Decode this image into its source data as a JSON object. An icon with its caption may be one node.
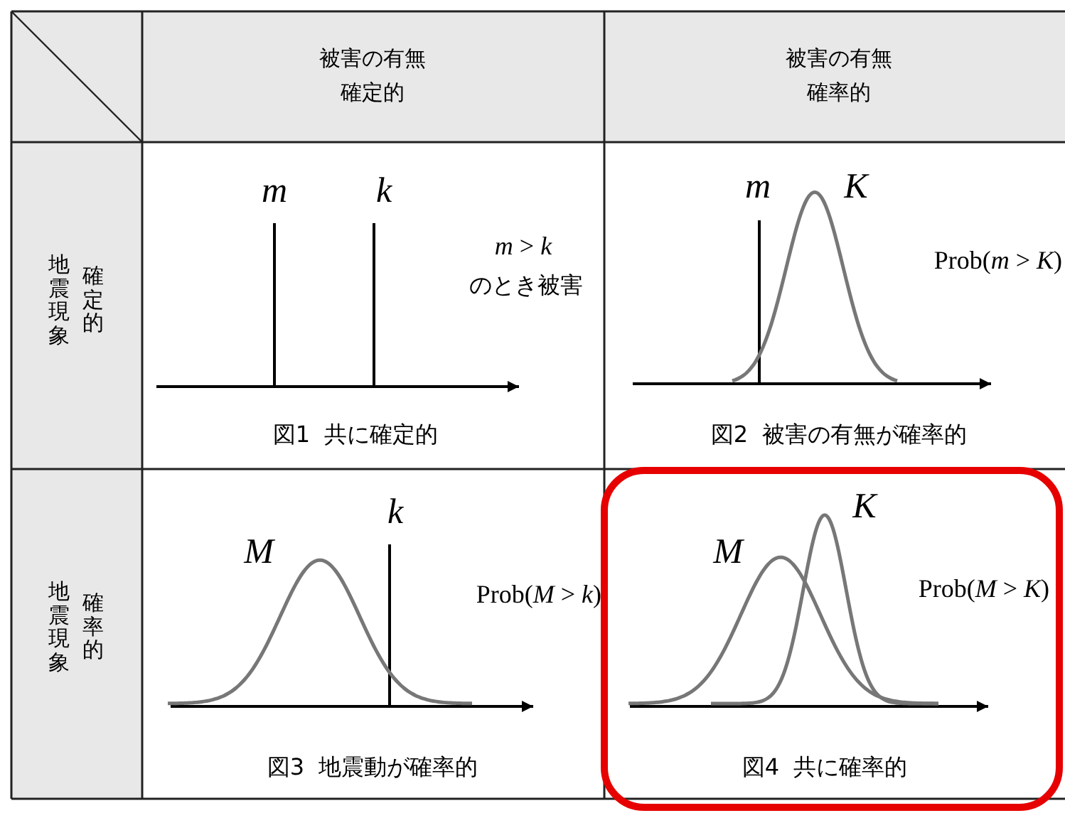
{
  "diagram": {
    "labels": [
      "被害の有無",
      "確定的",
      "被害の有無",
      "確率的",
      "地震現象",
      "確定的",
      "m",
      "k",
      "*m* > *k*",
      "のとき被害",
      "図1  共に確定的",
      "m",
      "K",
      "Prob(*m* > *K*)",
      "図2  被害の有無が確率的",
      "地震現象",
      "確率的",
      "M",
      "k",
      "Prob(*M* > *k*)",
      "図3  地震動が確率的",
      "M",
      "K",
      "Prob(*M* > *K*)",
      "図4  共に確率的"
    ]
  }
}
